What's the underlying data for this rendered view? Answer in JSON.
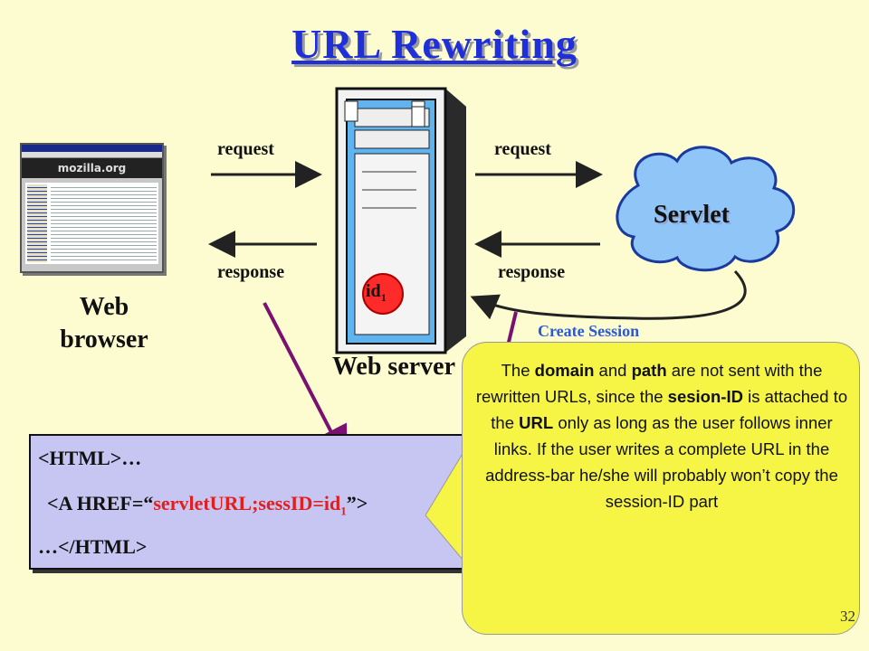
{
  "title": "URL Rewriting",
  "labels": {
    "request_left": "request",
    "request_right": "request",
    "response_left": "response",
    "response_right": "response",
    "browser_line1": "Web",
    "browser_line2": "browser",
    "web_server": "Web server",
    "servlet": "Servlet",
    "session_id": "id",
    "session_id_sub": "1",
    "create_session": "Create Session",
    "browser_banner": "mozilla.org"
  },
  "code": {
    "line1": "<HTML>…",
    "line2_prefix": "<A HREF=“",
    "line2_value": "servletURL;sessID=id",
    "line2_sub": "1",
    "line2_suffix": "”>",
    "line3": "…</HTML>"
  },
  "callout": {
    "p1": "The ",
    "domain": "domain",
    "p2": " and ",
    "path": "path",
    "p3": " are not sent with the rewritten URLs, since the ",
    "sesion_id": "sesion-ID",
    "p4": " is attached to the ",
    "url": "URL",
    "p5": " only as long as the user follows inner links. If the user writes a complete URL in the address-bar he/she will probably won’t copy the session-ID part"
  },
  "page_number": "32",
  "colors": {
    "background": "#fdfcd0",
    "title": "#2030d8",
    "code_box": "#c7c6f3",
    "callout": "#f6f545",
    "session_dot": "#ff2a2a",
    "arrow_purple": "#7a1070"
  }
}
